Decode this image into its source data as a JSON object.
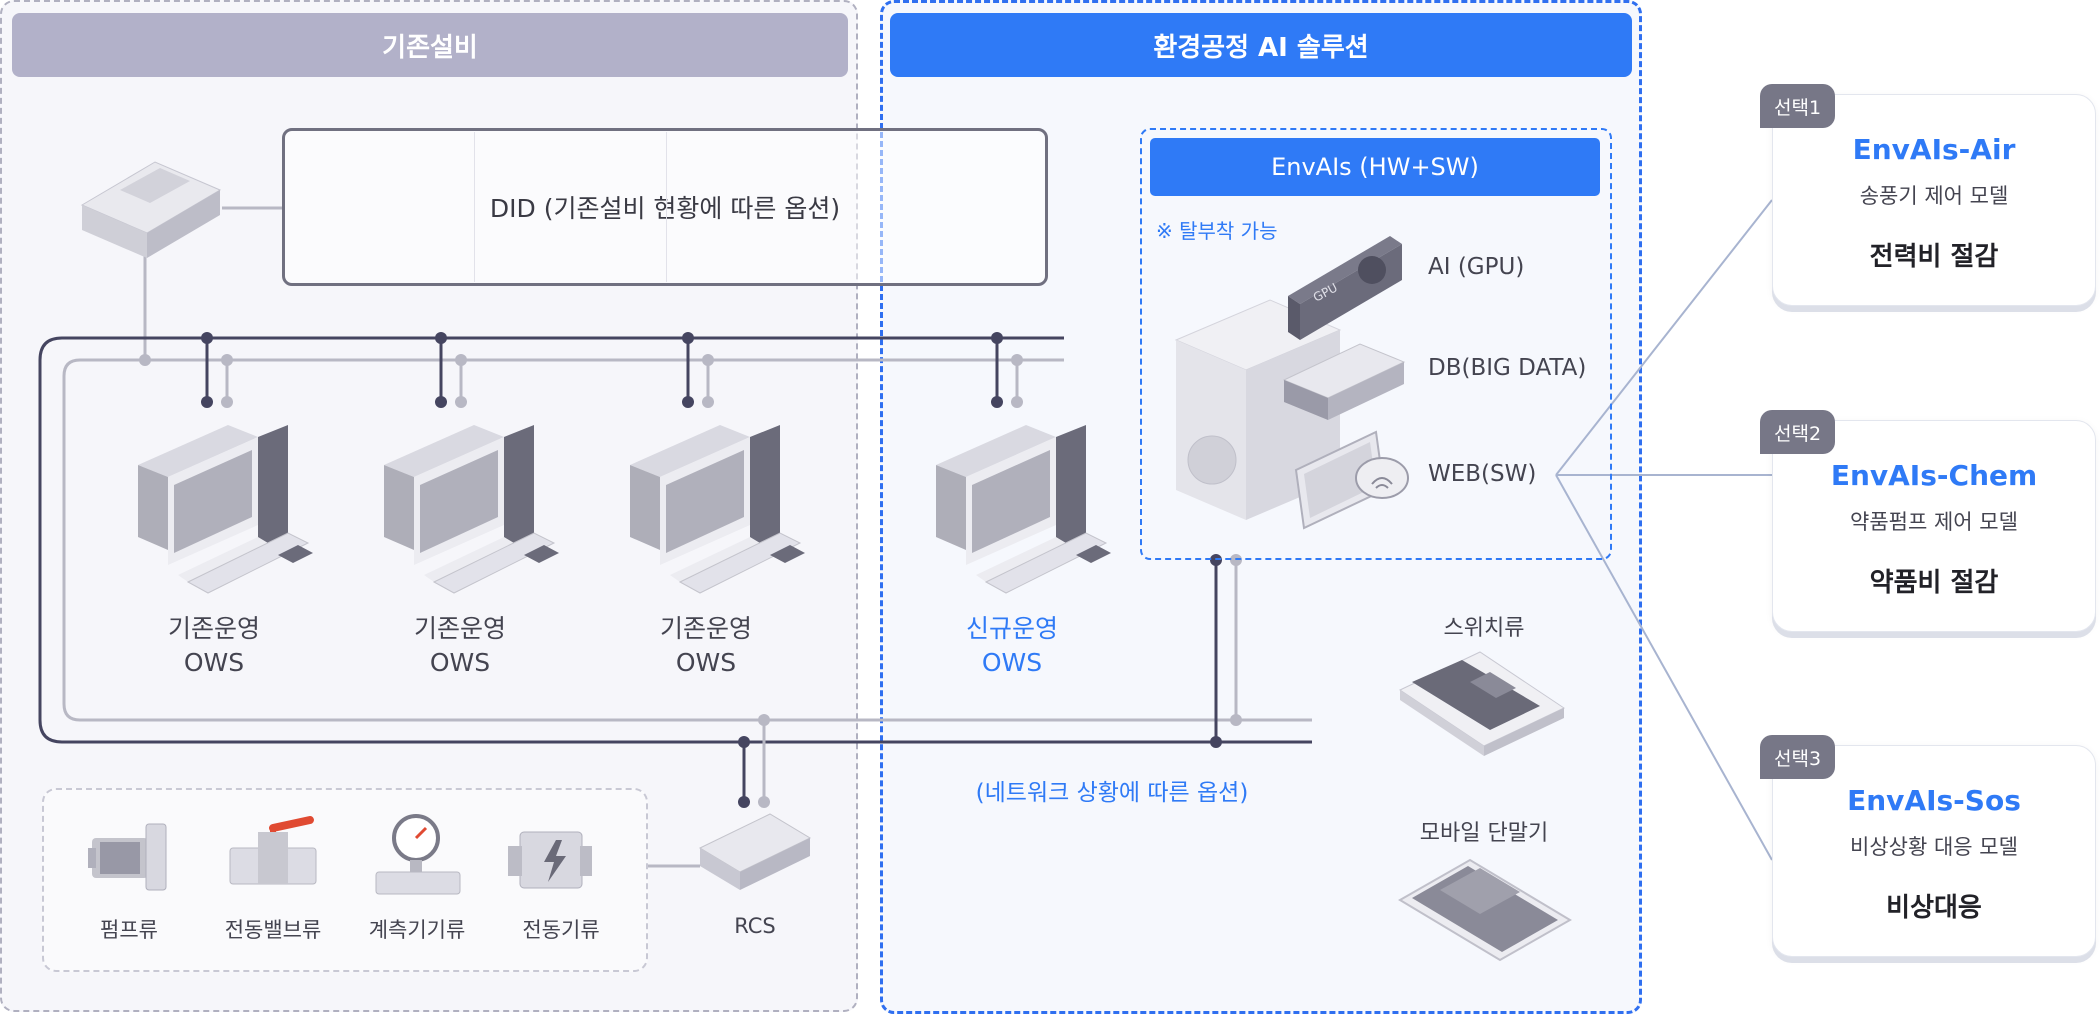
{
  "zones": {
    "legacy_title": "기존설비",
    "ai_title": "환경공정 AI 솔루션"
  },
  "did": {
    "label": "DID (기존설비 현황에 따른 옵션)"
  },
  "ows": [
    {
      "line1": "기존운영",
      "line2": "OWS"
    },
    {
      "line1": "기존운영",
      "line2": "OWS"
    },
    {
      "line1": "기존운영",
      "line2": "OWS"
    },
    {
      "line1": "신규운영",
      "line2": "OWS"
    }
  ],
  "envais": {
    "title": "EnvAIs (HW+SW)",
    "note": "※ 탈부착 가능",
    "gpu_text": "GPU",
    "components": [
      "AI (GPU)",
      "DB(BIG DATA)",
      "WEB(SW)"
    ]
  },
  "network_note": "(네트워크 상황에 따른 옵션)",
  "devices": {
    "switch": "스위치류",
    "mobile": "모바일 단말기"
  },
  "field": [
    "펌프류",
    "전동밸브류",
    "계측기기류",
    "전동기류"
  ],
  "rcs": "RCS",
  "cards": [
    {
      "badge": "선택1",
      "title": "EnvAIs-Air",
      "desc": "송풍기 제어 모델",
      "benefit": "전력비 절감"
    },
    {
      "badge": "선택2",
      "title": "EnvAIs-Chem",
      "desc": "약품펌프 제어 모델",
      "benefit": "약품비 절감"
    },
    {
      "badge": "선택3",
      "title": "EnvAIs-Sos",
      "desc": "비상상황 대응 모델",
      "benefit": "비상대응"
    }
  ],
  "colors": {
    "accent": "#2f7af6",
    "legacy_header": "#b2b1c9",
    "badge": "#777787",
    "network_dark": "#454560",
    "network_light": "#b8b8c4"
  }
}
